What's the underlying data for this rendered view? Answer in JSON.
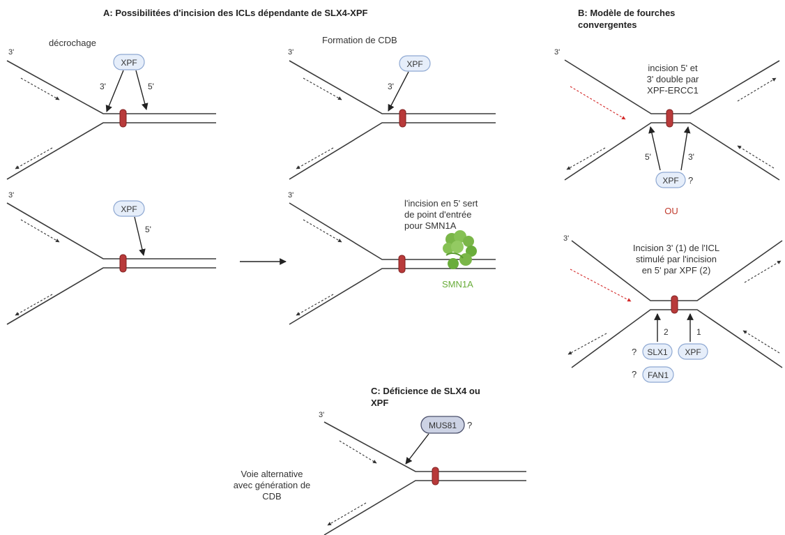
{
  "titles": {
    "a": "A: Possibilitées d'incision des ICLs dépendante de SLX4-XPF",
    "b_line1": "B: Modèle de fourches",
    "b_line2": "convergentes",
    "c_line1": "C: Déficience de SLX4 ou",
    "c_line2": "XPF"
  },
  "panel_a": {
    "decrochage": "décrochage",
    "formation_cdb": "Formation de CDB",
    "entry_line1": "l'incision en 5' sert",
    "entry_line2": "de point d'entrée",
    "entry_line3": "pour SMN1A",
    "smn1a": "SMN1A"
  },
  "panel_b": {
    "top_line1": "incision 5' et",
    "top_line2": "3' double par",
    "top_line3": "XPF-ERCC1",
    "ou": "OU",
    "bottom_line1": "Incision 3' (1) de l'ICL",
    "bottom_line2": "stimulé par l'incision",
    "bottom_line3": "en 5' par XPF (2)",
    "slx1": "SLX1",
    "fan1": "FAN1",
    "num1": "1",
    "num2": "2"
  },
  "panel_c": {
    "mus81": "MUS81",
    "voie_line1": "Voie alternative",
    "voie_line2": "avec génération de",
    "voie_line3": "CDB"
  },
  "labels": {
    "xpf": "XPF",
    "three_prime": "3'",
    "five_prime": "5'",
    "question": "?"
  },
  "colors": {
    "icl": "#b83a3a",
    "protein_fill": "#e6eefa",
    "protein_outline": "#8ea8d2",
    "mus81_fill": "#ccd2e4",
    "smn1a_green": "#6aad3b",
    "ou_red": "#c0392b",
    "red_arrow": "#d42a2a"
  }
}
